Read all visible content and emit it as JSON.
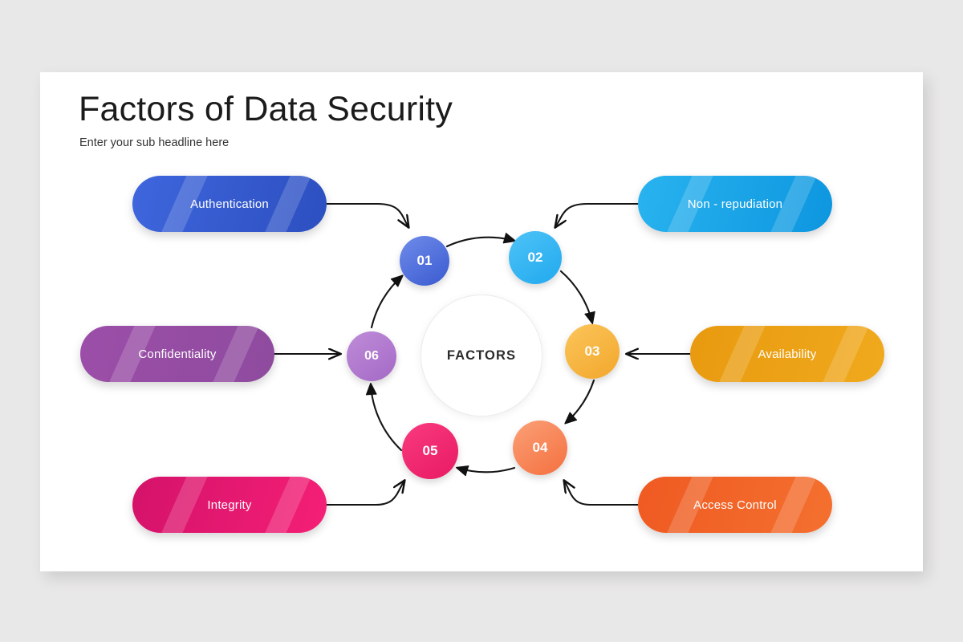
{
  "slide": {
    "title": "Factors of Data Security",
    "subtitle": "Enter your sub headline here",
    "background_color": "#e9e8e8",
    "card_color": "#ffffff"
  },
  "hub": {
    "label": "FACTORS",
    "ring_color": "#1a1a1a"
  },
  "nodes": [
    {
      "id": "01",
      "label": "01",
      "color_from": "#6f8bea",
      "color_to": "#3a5bd0"
    },
    {
      "id": "02",
      "label": "02",
      "color_from": "#4ec3f7",
      "color_to": "#21a9ee"
    },
    {
      "id": "03",
      "label": "03",
      "color_from": "#fbc55a",
      "color_to": "#f2a72c"
    },
    {
      "id": "04",
      "label": "04",
      "color_from": "#fba077",
      "color_to": "#f4703f"
    },
    {
      "id": "05",
      "label": "05",
      "color_from": "#f93a7e",
      "color_to": "#e81a63"
    },
    {
      "id": "06",
      "label": "06",
      "color_from": "#bf8cd8",
      "color_to": "#a469c6"
    }
  ],
  "pills": [
    {
      "id": "authentication",
      "label": "Authentication",
      "color_from": "#3f66dd",
      "color_to": "#2c4fc0",
      "side": "left"
    },
    {
      "id": "non-repudiation",
      "label": "Non - repudiation",
      "color_from": "#29b3ef",
      "color_to": "#0d96df",
      "side": "right"
    },
    {
      "id": "confidentiality",
      "label": "Confidentiality",
      "color_from": "#9c4ea8",
      "color_to": "#8e4b9e",
      "side": "left"
    },
    {
      "id": "availability",
      "label": "Availability",
      "color_from": "#e89a0f",
      "color_to": "#f0a91d",
      "side": "right"
    },
    {
      "id": "integrity",
      "label": "Integrity",
      "color_from": "#d4126a",
      "color_to": "#f51f76",
      "side": "left"
    },
    {
      "id": "access-control",
      "label": "Access Control",
      "color_from": "#ef5a22",
      "color_to": "#f4702f",
      "side": "right"
    }
  ],
  "connectors": [
    {
      "from": "authentication",
      "to": "01",
      "style": "curved-down-right"
    },
    {
      "from": "non-repudiation",
      "to": "02",
      "style": "curved-down-left"
    },
    {
      "from": "confidentiality",
      "to": "06",
      "style": "straight-right"
    },
    {
      "from": "availability",
      "to": "03",
      "style": "straight-left"
    },
    {
      "from": "integrity",
      "to": "05",
      "style": "curved-up-right"
    },
    {
      "from": "access-control",
      "to": "04",
      "style": "curved-up-left"
    }
  ],
  "ring_flow": [
    "01",
    "02",
    "03",
    "04",
    "05",
    "06"
  ]
}
